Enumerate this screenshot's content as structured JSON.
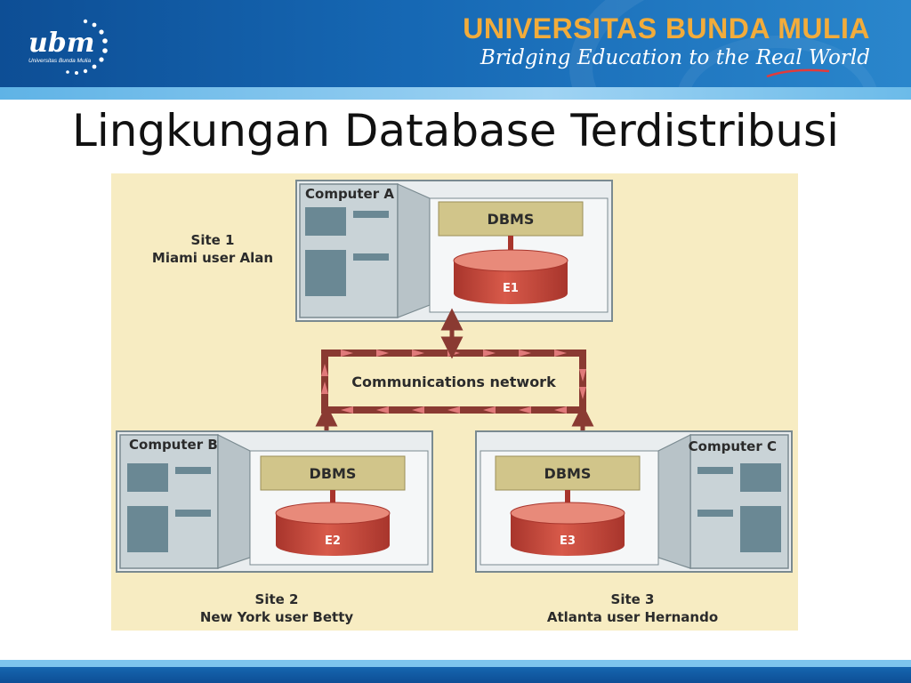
{
  "header": {
    "logo_text": "ubm",
    "logo_subtext": "Universitas Bunda Mulia",
    "university": "UNIVERSITAS BUNDA MULIA",
    "tagline": "Bridging Education to the Real World"
  },
  "slide": {
    "title": "Lingkungan Database Terdistribusi"
  },
  "diagram": {
    "network_label": "Communications network",
    "computers": [
      {
        "name": "Computer A",
        "dbms": "DBMS",
        "db": "E1",
        "site": "Site 1",
        "user": "Miami user Alan"
      },
      {
        "name": "Computer B",
        "dbms": "DBMS",
        "db": "E2",
        "site": "Site 2",
        "user": "New York user Betty"
      },
      {
        "name": "Computer C",
        "dbms": "DBMS",
        "db": "E3",
        "site": "Site 3",
        "user": "Atlanta user Hernando"
      }
    ],
    "colors": {
      "background": "#f7ecc2",
      "dbms_box": "#d1c58a",
      "database": "#c8473a",
      "network": "#8a3a32",
      "network_arrows": "#e07a7a",
      "panel": "#8aa6b2"
    }
  }
}
